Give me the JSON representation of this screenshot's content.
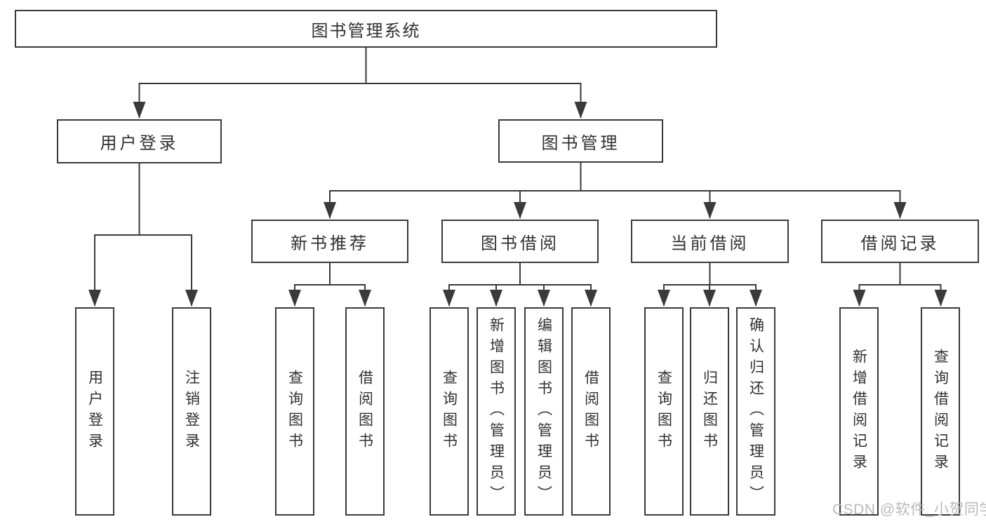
{
  "diagram": {
    "root": "图书管理系统",
    "level2": [
      "用户登录",
      "图书管理"
    ],
    "level3": [
      "新书推荐",
      "图书借阅",
      "当前借阅",
      "借阅记录"
    ],
    "leaves": {
      "login": [
        "用户登录",
        "注销登录"
      ],
      "recommend": [
        "查询图书",
        "借阅图书"
      ],
      "borrow": [
        "查询图书",
        "新增图书（管理员）",
        "编辑图书（管理员）",
        "借阅图书"
      ],
      "current": [
        "查询图书",
        "归还图书",
        "确认归还（管理员）"
      ],
      "records": [
        "新增借阅记录",
        "查询借阅记录"
      ]
    }
  },
  "watermark": "CSDN @软件_小贺同学",
  "colors": {
    "line": "#3a3a3a",
    "box_border": "#3a3a3a",
    "text": "#303030",
    "watermark": "#b9b9bd",
    "background": "#ffffff"
  }
}
